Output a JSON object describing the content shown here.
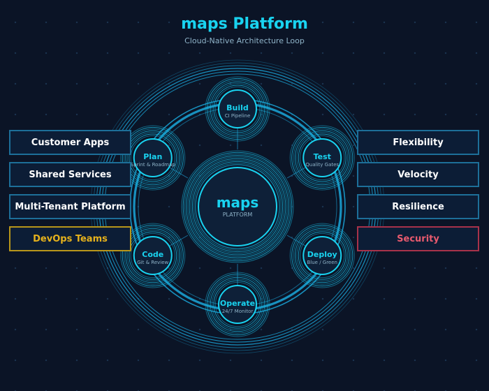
{
  "header": {
    "title": "maps Platform",
    "subtitle": "Cloud-Native Architecture Loop"
  },
  "center": {
    "name": "maps",
    "label": "PLATFORM"
  },
  "stages": [
    {
      "name": "Build",
      "sub": "CI Pipeline"
    },
    {
      "name": "Test",
      "sub": "Quality Gates"
    },
    {
      "name": "Deploy",
      "sub": "Blue / Green"
    },
    {
      "name": "Operate",
      "sub": "24/7 Monitor"
    },
    {
      "name": "Code",
      "sub": "Git & Review"
    },
    {
      "name": "Plan",
      "sub": "Sprint & Roadmap"
    }
  ],
  "left_boxes": [
    {
      "label": "Customer Apps",
      "style": "normal"
    },
    {
      "label": "Shared Services",
      "style": "normal"
    },
    {
      "label": "Multi-Tenant Platform",
      "style": "normal"
    },
    {
      "label": "DevOps Teams",
      "style": "highlight"
    }
  ],
  "right_boxes": [
    {
      "label": "Flexibility",
      "style": "normal"
    },
    {
      "label": "Velocity",
      "style": "normal"
    },
    {
      "label": "Resilience",
      "style": "normal"
    },
    {
      "label": "Security",
      "style": "alert"
    }
  ],
  "colors": {
    "background": "#0b1426",
    "accent": "#19d3f0",
    "ring": "#1d6f99",
    "highlight": "#e6b21c",
    "alert": "#e85a6e"
  }
}
